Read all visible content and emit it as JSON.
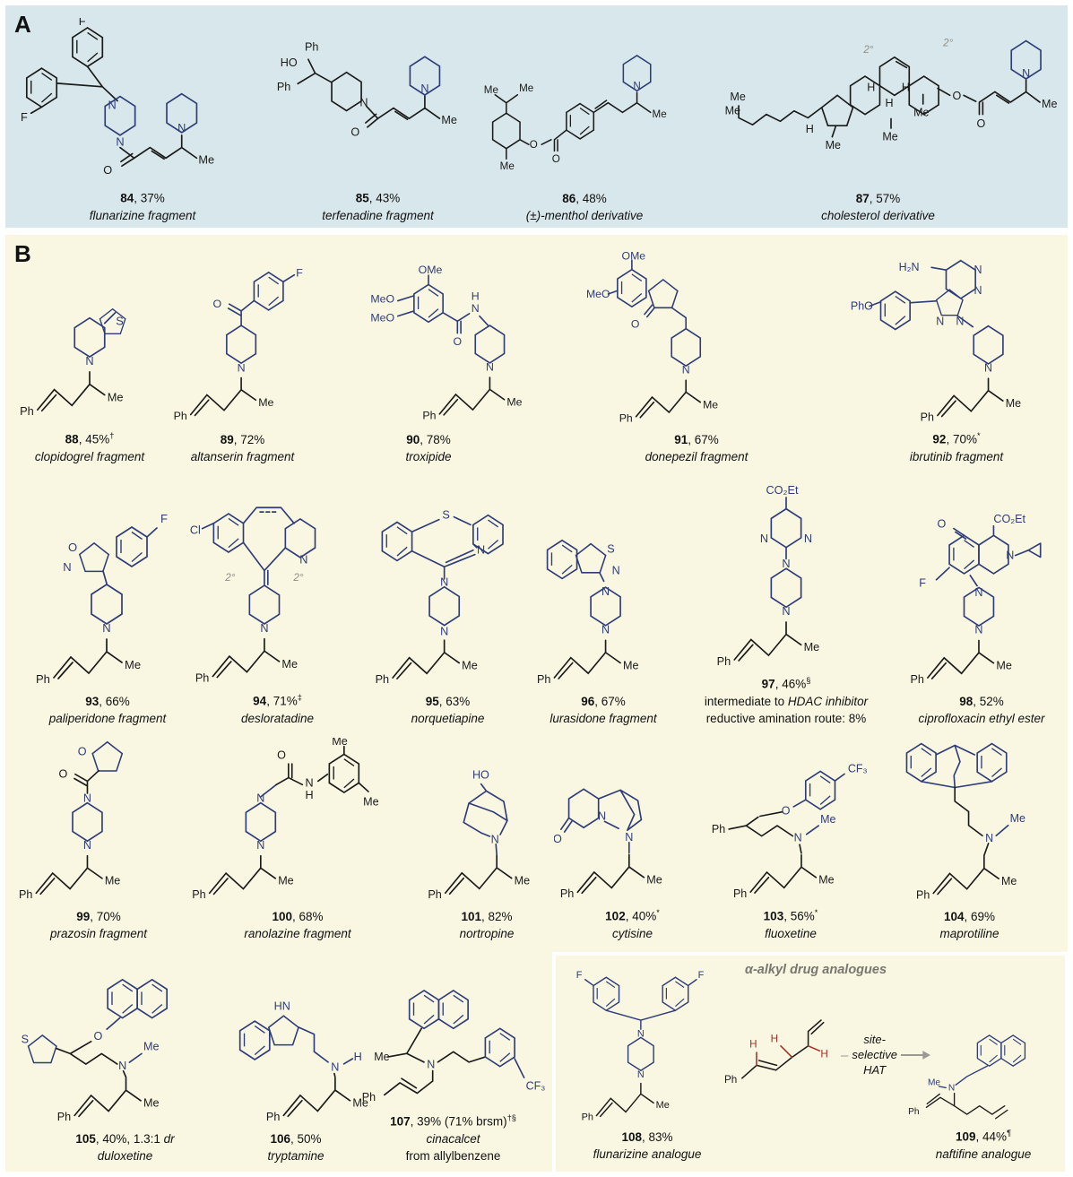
{
  "panelA": {
    "letter": "A"
  },
  "panelB": {
    "letter": "B"
  },
  "box": {
    "title": "α-alkyl drug analogues"
  },
  "scheme": {
    "arrow": [
      "site-",
      "selective",
      "HAT"
    ],
    "dash": "–"
  },
  "colors": {
    "panelA_bg": "#d8e7eb",
    "panelB_bg": "#f9f7e2",
    "structure_blue": "#2e3c78",
    "structure_black": "#1a1a1a",
    "hat_red": "#a52e22",
    "annotation_gray": "#8f8f87"
  },
  "atoms": {
    "ph": "Ph",
    "me": "Me",
    "n": "N",
    "o": "O",
    "s": "S",
    "f": "F",
    "cl": "Cl",
    "h": "H",
    "ho": "HO",
    "hn": "HN",
    "h2n": "H₂N",
    "meo": "MeO",
    "ome": "OMe",
    "pho": "PhO",
    "co2et": "CO₂Et",
    "cf3": "CF₃",
    "sec": "2°"
  },
  "compounds": [
    {
      "num": "84",
      "y": ", 37%",
      "n_it": "flunarizine fragment"
    },
    {
      "num": "85",
      "y": ", 43%",
      "n_it": "terfenadine fragment"
    },
    {
      "num": "86",
      "y": ", 48%",
      "n_it": "(±)-menthol derivative"
    },
    {
      "num": "87",
      "y": ", 57%",
      "n_it": "cholesterol derivative"
    },
    {
      "num": "88",
      "y": ", 45%",
      "sup": "†",
      "n_it": "clopidogrel fragment"
    },
    {
      "num": "89",
      "y": ", 72%",
      "n_it": "altanserin fragment"
    },
    {
      "num": "90",
      "y": ", 78%",
      "n_it": "troxipide"
    },
    {
      "num": "91",
      "y": ", 67%",
      "n_it": "donepezil fragment"
    },
    {
      "num": "92",
      "y": ", 70%",
      "sup": "*",
      "n_it": "ibrutinib fragment"
    },
    {
      "num": "93",
      "y": ", 66%",
      "n_it": "paliperidone fragment"
    },
    {
      "num": "94",
      "y": ", 71%",
      "sup": "‡",
      "n_it": "desloratadine"
    },
    {
      "num": "95",
      "y": ", 63%",
      "n_it": "norquetiapine"
    },
    {
      "num": "96",
      "y": ", 67%",
      "n_it": "lurasidone fragment"
    },
    {
      "num": "97",
      "y": ", 46%",
      "sup": "§",
      "n_pre": "intermediate to ",
      "n_it": "HDAC inhibitor",
      "n_post": "reductive amination route: 8%"
    },
    {
      "num": "98",
      "y": ", 52%",
      "n_it": "ciprofloxacin ethyl ester"
    },
    {
      "num": "99",
      "y": ", 70%",
      "n_it": "prazosin fragment"
    },
    {
      "num": "100",
      "y": ", 68%",
      "n_it": "ranolazine fragment"
    },
    {
      "num": "101",
      "y": ", 82%",
      "n_it": "nortropine"
    },
    {
      "num": "102",
      "y": ", 40%",
      "sup": "*",
      "n_it": "cytisine"
    },
    {
      "num": "103",
      "y": ", 56%",
      "sup": "*",
      "n_it": "fluoxetine"
    },
    {
      "num": "104",
      "y": ", 69%",
      "n_it": "maprotiline"
    },
    {
      "num": "105",
      "y": ", 40%, 1.3:1 ",
      "yit": "dr",
      "n_it": "duloxetine"
    },
    {
      "num": "106",
      "y": ", 50%",
      "n_it": "tryptamine"
    },
    {
      "num": "107",
      "y": ", 39% (71% brsm)",
      "sup": "†§",
      "n_it": "cinacalcet",
      "n_post": "from allylbenzene"
    },
    {
      "num": "108",
      "y": ", 83%",
      "n_it": "flunarizine analogue"
    },
    {
      "num": "109",
      "y": ", 44%",
      "sup": "¶",
      "n_it": "naftifine analogue"
    }
  ]
}
